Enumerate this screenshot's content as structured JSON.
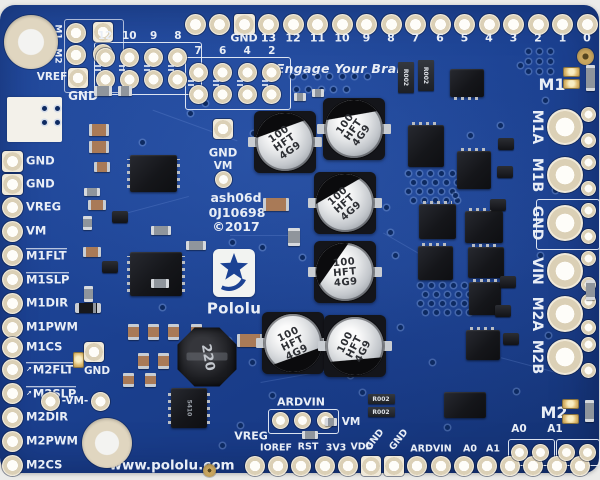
{
  "colors": {
    "board_blue": "#1c4294",
    "silkscreen": "#e9eef6",
    "pad_cream": "#e7ddc6",
    "led_amber": "#ddb86a"
  },
  "tagline": "Engage Your Brain",
  "brand": "Pololu",
  "url": "www.pololu.com",
  "center": {
    "gnd": "GND",
    "vm": "VM",
    "codes": [
      "ash06d",
      "0J10698",
      "©2017"
    ]
  },
  "corner_block": {
    "m1": "M1",
    "m2": "M2",
    "vref": "VREF",
    "gnd": "GND"
  },
  "top_header": {
    "labels": [
      "GND",
      "13",
      "12",
      "11",
      "10",
      "9",
      "8",
      "7",
      "6",
      "5",
      "4",
      "3",
      "2",
      "1",
      "0"
    ]
  },
  "remap_headers": {
    "group1": [
      "12",
      "10",
      "9",
      "8"
    ],
    "group2": [
      "7",
      "6",
      "4",
      "2"
    ]
  },
  "left_pins": [
    "GND",
    "GND",
    "VREG",
    "VM",
    "M1FLT",
    "M1SLP",
    "M1DIR",
    "M1PWM",
    "M1CS",
    "M2FLT",
    "M2SLP",
    "M2DIR",
    "M2PWM",
    "M2CS"
  ],
  "left_misc": {
    "gnd": "GND",
    "vm_jumper": "-VM-"
  },
  "right_side": {
    "m1": "M1",
    "terminals": [
      "M1A",
      "M1B",
      "GND",
      "VIN",
      "M2A",
      "M2B"
    ],
    "m2": "M2"
  },
  "bottom": {
    "vreg": "VREG",
    "ardvin": "ARDVIN",
    "vm": "VM",
    "row_labels": [
      "IOREF",
      "RST",
      "3V3",
      "VDD",
      "GND",
      "GND",
      "ARDVIN",
      "A0",
      "A1"
    ],
    "analog_jumpers": [
      "A0",
      "A1"
    ]
  },
  "markings": {
    "capacitor": [
      "100",
      "HFT",
      "4G9"
    ],
    "inductor": "220",
    "shunt_resistor": "R002",
    "ic": "5410"
  }
}
